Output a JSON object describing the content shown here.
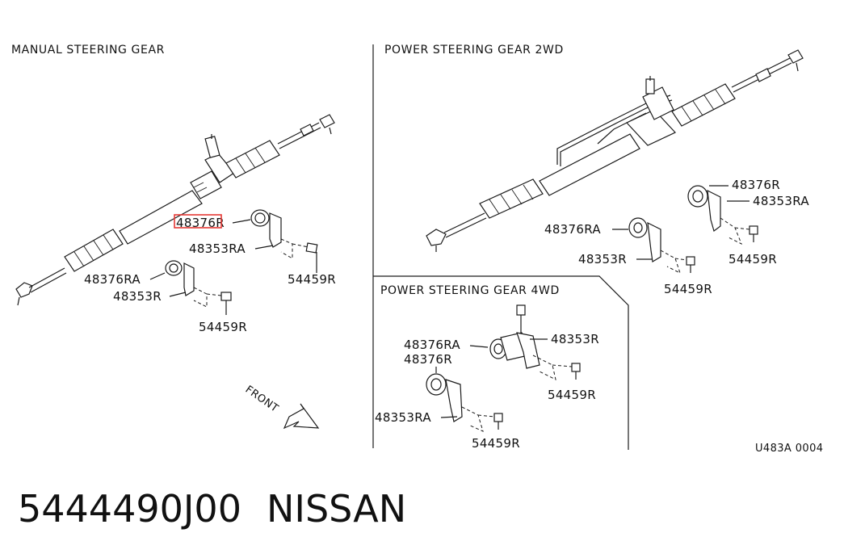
{
  "sections": {
    "manual": {
      "title": "MANUAL STEERING GEAR"
    },
    "power_2wd": {
      "title": "POWER STEERING GEAR 2WD"
    },
    "power_4wd": {
      "title": "POWER STEERING GEAR 4WD"
    }
  },
  "manual_labels": {
    "l1": "48376R",
    "l2": "48353RA",
    "l3": "54459R",
    "l4": "48376RA",
    "l5": "48353R",
    "l6": "54459R"
  },
  "power_2wd_labels": {
    "l1": "48376R",
    "l2": "48353RA",
    "l3": "54459R",
    "l4": "48376RA",
    "l5": "48353R",
    "l6": "54459R"
  },
  "power_4wd_labels": {
    "l1": "48376RA",
    "l2": "48376R",
    "l3": "48353R",
    "l4": "54459R",
    "l5": "48353RA",
    "l6": "54459R"
  },
  "front_label": "FRONT",
  "diagram_code": "U483A 0004",
  "footer": {
    "part_number": "5444490J00",
    "brand": "NISSAN"
  },
  "highlight_color": "#e53935"
}
